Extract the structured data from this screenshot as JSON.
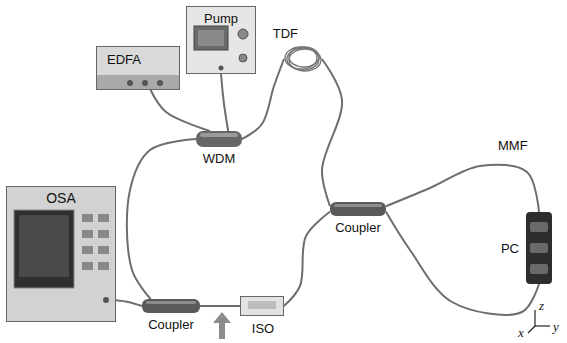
{
  "diagram": {
    "nodes": [
      {
        "text": [
          "EDFA"
        ]
      },
      {
        "text": [
          "Pump"
        ]
      },
      {
        "text": [
          "TDF"
        ]
      },
      {
        "text": [
          "WDM"
        ]
      },
      {
        "text": [
          "OSA"
        ]
      },
      {
        "text": [
          "Coupler"
        ]
      },
      {
        "text": [
          "PC"
        ]
      },
      {
        "text": [
          "Coupler"
        ]
      },
      {
        "text": [
          "ISO"
        ]
      }
    ],
    "edges": [
      {
        "from": 0,
        "to": 3,
        "arrow": "none"
      },
      {
        "from": 1,
        "to": 3,
        "arrow": "none"
      },
      {
        "from": 3,
        "to": 2,
        "arrow": "none"
      },
      {
        "from": 2,
        "to": 5,
        "arrow": "none"
      },
      {
        "from": 5,
        "to": 6,
        "arrow": "none"
      },
      {
        "from": 6,
        "to": 5,
        "arrow": "none"
      },
      {
        "from": 5,
        "to": 8,
        "arrow": "none"
      },
      {
        "from": 8,
        "to": 7,
        "arrow": "none"
      },
      {
        "from": 7,
        "to": 3,
        "arrow": "none"
      },
      {
        "from": 7,
        "to": 4,
        "arrow": "none"
      }
    ],
    "labels": [
      "MMF",
      "z",
      "x",
      "y"
    ]
  }
}
